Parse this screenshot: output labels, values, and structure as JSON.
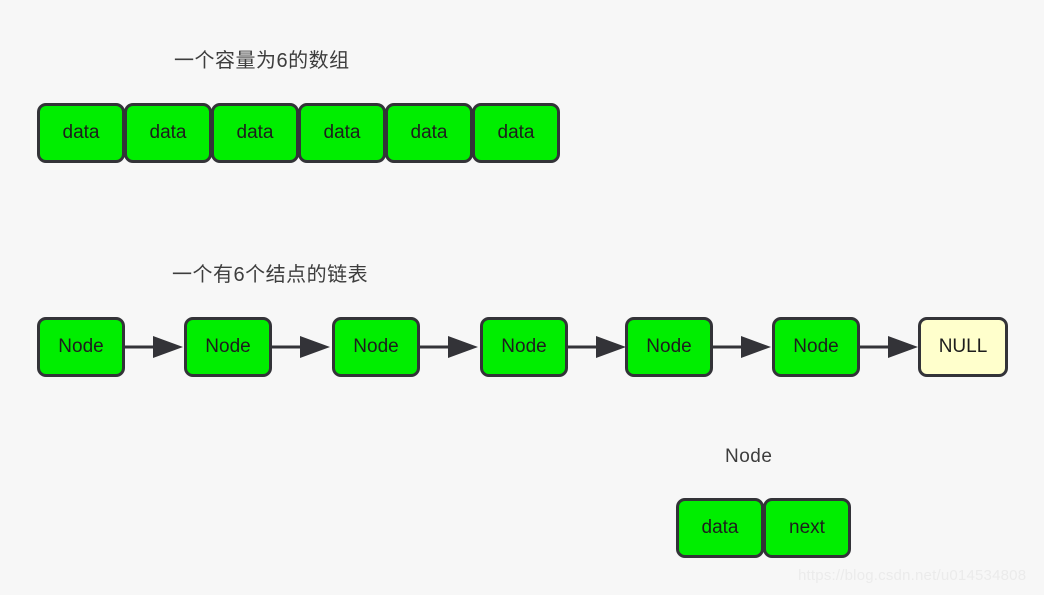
{
  "background_color": "#f7f7f7",
  "colors": {
    "cell_fill": "#00ee00",
    "null_fill": "#ffffcc",
    "border": "#333338",
    "text": "#1d1d1d",
    "caption_text": "#3d3d3d",
    "arrow": "#333338",
    "watermark": "#ebebeb"
  },
  "array_section": {
    "caption": "一个容量为6的数组",
    "cells": [
      {
        "label": "data"
      },
      {
        "label": "data"
      },
      {
        "label": "data"
      },
      {
        "label": "data"
      },
      {
        "label": "data"
      },
      {
        "label": "data"
      }
    ]
  },
  "list_section": {
    "caption": "一个有6个结点的链表",
    "nodes": [
      {
        "label": "Node"
      },
      {
        "label": "Node"
      },
      {
        "label": "Node"
      },
      {
        "label": "Node"
      },
      {
        "label": "Node"
      },
      {
        "label": "Node"
      }
    ],
    "terminator": {
      "label": "NULL"
    },
    "arrow_icon": "arrow-right-icon",
    "arrow_count": 6
  },
  "node_detail_section": {
    "caption": "Node",
    "fields": [
      {
        "label": "data"
      },
      {
        "label": "next"
      }
    ]
  },
  "watermark": "https://blog.csdn.net/u014534808"
}
